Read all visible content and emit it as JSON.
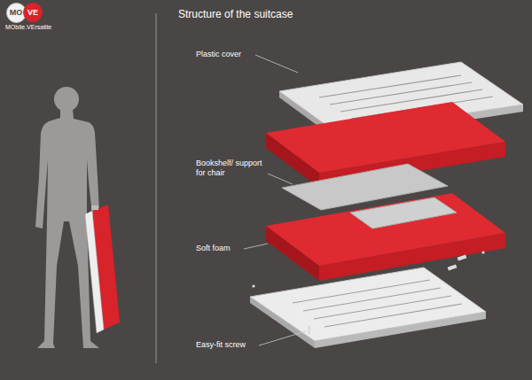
{
  "diagram": {
    "title": "Structure of the suitcase",
    "nodes": [
      {
        "text": [
          "MO"
        ]
      },
      {
        "text": [
          "VE"
        ]
      }
    ],
    "labels": [
      "MObile.VErsatile",
      "Plastic cover",
      "Bookshelf/ support for chair",
      "Soft foam",
      "Easy-fit screw"
    ]
  }
}
